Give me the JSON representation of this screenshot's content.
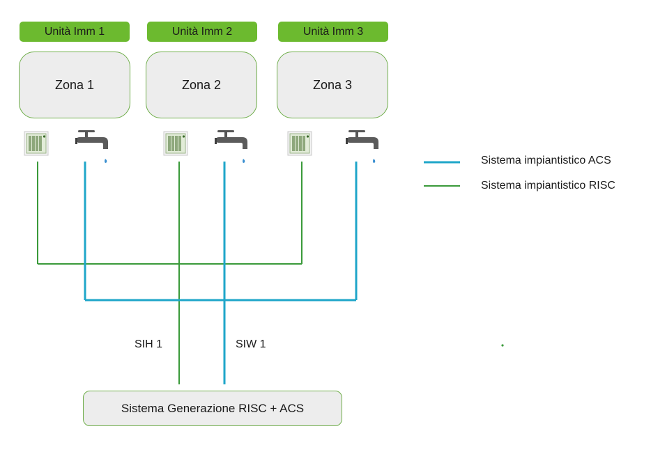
{
  "units": [
    {
      "label": "Unità Imm 1",
      "zone": "Zona 1"
    },
    {
      "label": "Unità Imm 2",
      "zone": "Zona 2"
    },
    {
      "label": "Unità Imm 3",
      "zone": "Zona 3"
    }
  ],
  "icons": [
    "radiator-icon",
    "water-tap-icon"
  ],
  "generator": {
    "label": "Sistema Generazione RISC + ACS"
  },
  "system_labels": {
    "sih": "SIH 1",
    "siw": "SIW 1"
  },
  "legend": [
    {
      "label": "Sistema impiantistico ACS",
      "color": "#1fa6c9"
    },
    {
      "label": "Sistema impiantistico RISC",
      "color": "#3a9a3a"
    }
  ],
  "colors": {
    "acs_line": "#1fa6c9",
    "risc_line": "#3a9a3a",
    "unit_label_bg": "#6cba2f",
    "box_fill": "#ededed",
    "box_border": "#6fae4a"
  }
}
